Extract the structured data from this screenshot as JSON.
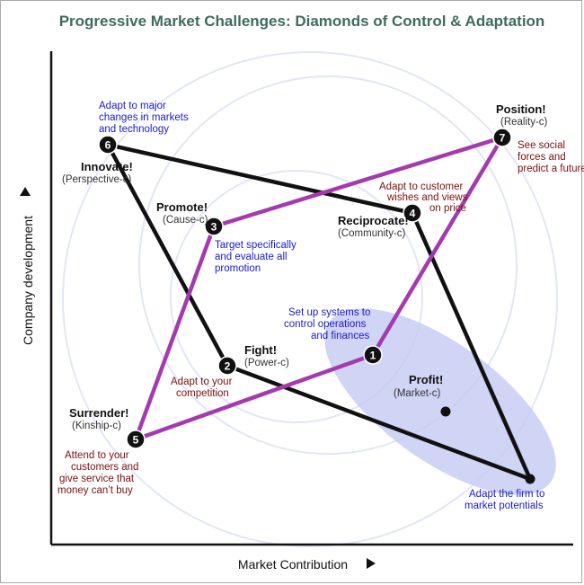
{
  "title": "Progressive Market Challenges: Diamonds of Control & Adaptation",
  "axes": {
    "x_label": "Market Contribution",
    "y_label": "Company development"
  },
  "colors": {
    "title": "#3f6b5f",
    "black_path": "#111111",
    "purple_path": "#a53ab0",
    "ellipse_fill": "#c8ccf3",
    "blue_note": "#1a1acc",
    "red_note": "#7a1010"
  },
  "nodes": {
    "n1": {
      "num": "1"
    },
    "n2": {
      "num": "2",
      "title": "Fight!",
      "sub": "(Power-c)",
      "note": [
        "Adapt to your",
        "competition"
      ]
    },
    "n3": {
      "num": "3",
      "title": "Promote!",
      "sub": "(Cause-c)",
      "note": [
        "Target specifically",
        "and  evaluate all",
        "promotion"
      ]
    },
    "n4": {
      "num": "4",
      "title": "Reciprocate!",
      "sub": "(Community-c)",
      "note": [
        "Adapt to customer",
        "wishes and views",
        "on price"
      ]
    },
    "n5": {
      "num": "5",
      "title": "Surrender!",
      "sub": "(Kinship-c)",
      "note": [
        "Attend to  your",
        "customers and",
        "give service that",
        "money can’t buy"
      ]
    },
    "n6": {
      "num": "6",
      "title": "Innovate!",
      "sub": "(Perspective-c)",
      "note": [
        "Adapt to major",
        "changes in markets",
        "and technology"
      ]
    },
    "n7": {
      "num": "7",
      "title": "Position!",
      "sub": "(Reality-c)",
      "note": [
        "See social",
        "forces and",
        "predict a future"
      ]
    }
  },
  "profit": {
    "title": "Profit!",
    "sub": "(Market-c)",
    "note": [
      "Set up systems to",
      "control operations",
      "and finances"
    ]
  },
  "corner": {
    "note": [
      "Adapt the firm to",
      "market potentials"
    ]
  }
}
